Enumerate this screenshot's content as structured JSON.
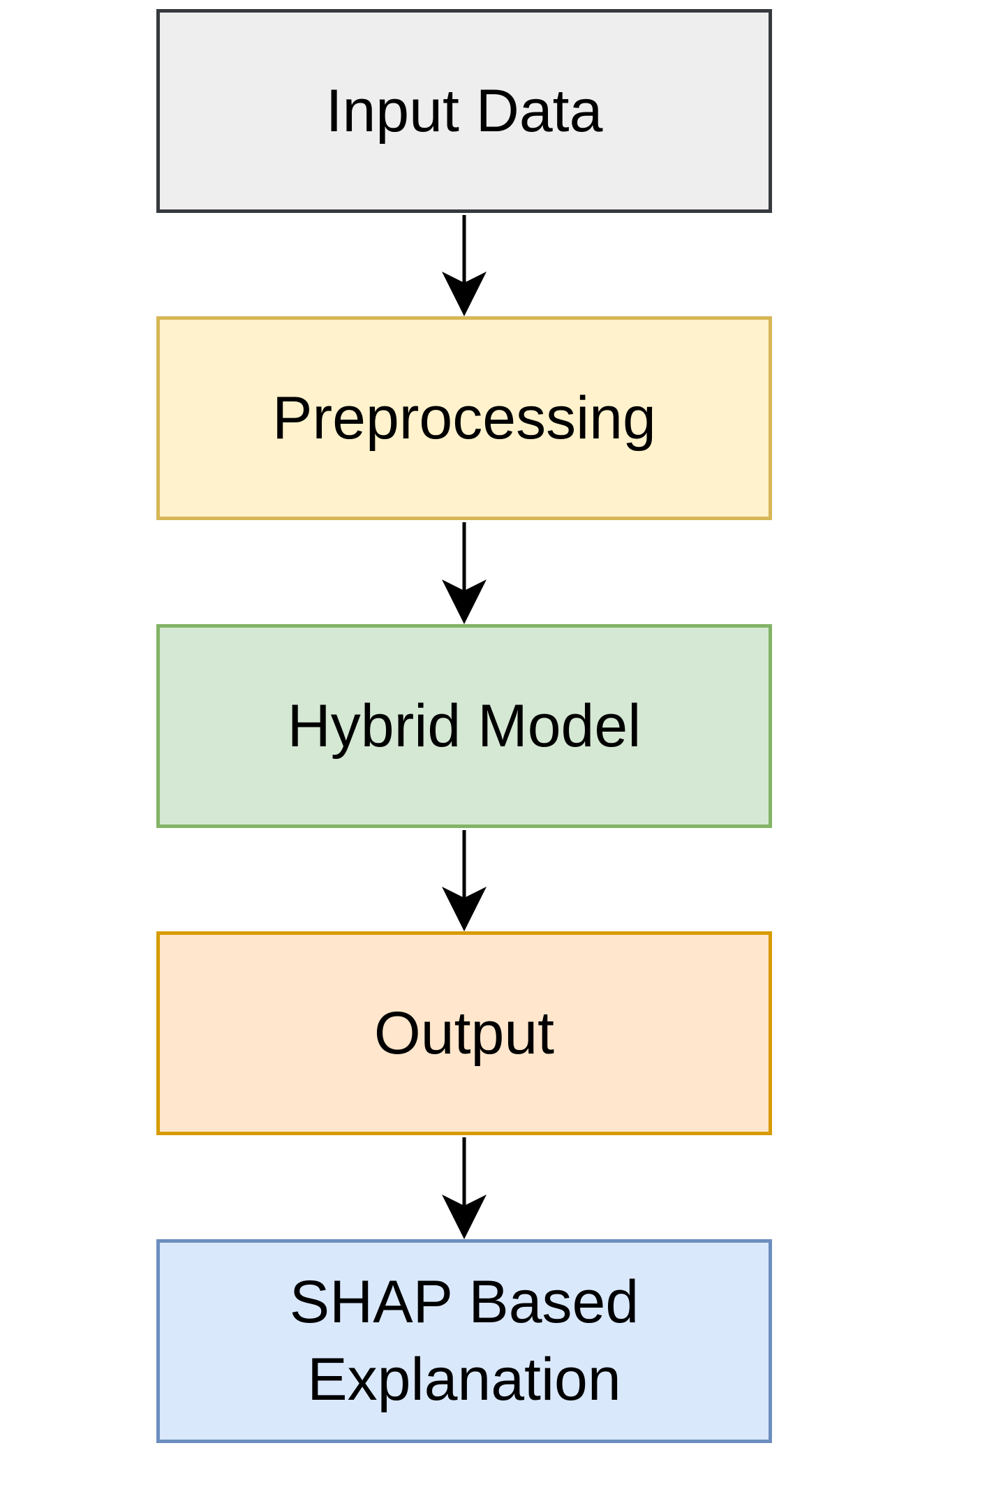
{
  "diagram": {
    "type": "flowchart",
    "direction": "top-to-bottom",
    "steps": [
      {
        "label": "Input Data",
        "fill": "#eeeeee",
        "border": "#36393d"
      },
      {
        "label": "Preprocessing",
        "fill": "#fff2cc",
        "border": "#d6b656"
      },
      {
        "label": "Hybrid Model",
        "fill": "#d5e8d4",
        "border": "#82b366"
      },
      {
        "label": "Output",
        "fill": "#ffe6cc",
        "border": "#d79b00"
      },
      {
        "label": "SHAP Based\nExplanation",
        "fill": "#dae8fc",
        "border": "#6c8ebf"
      }
    ],
    "connections": [
      {
        "from": 0,
        "to": 1
      },
      {
        "from": 1,
        "to": 2
      },
      {
        "from": 2,
        "to": 3
      },
      {
        "from": 3,
        "to": 4
      }
    ],
    "arrow_color": "#000000"
  }
}
